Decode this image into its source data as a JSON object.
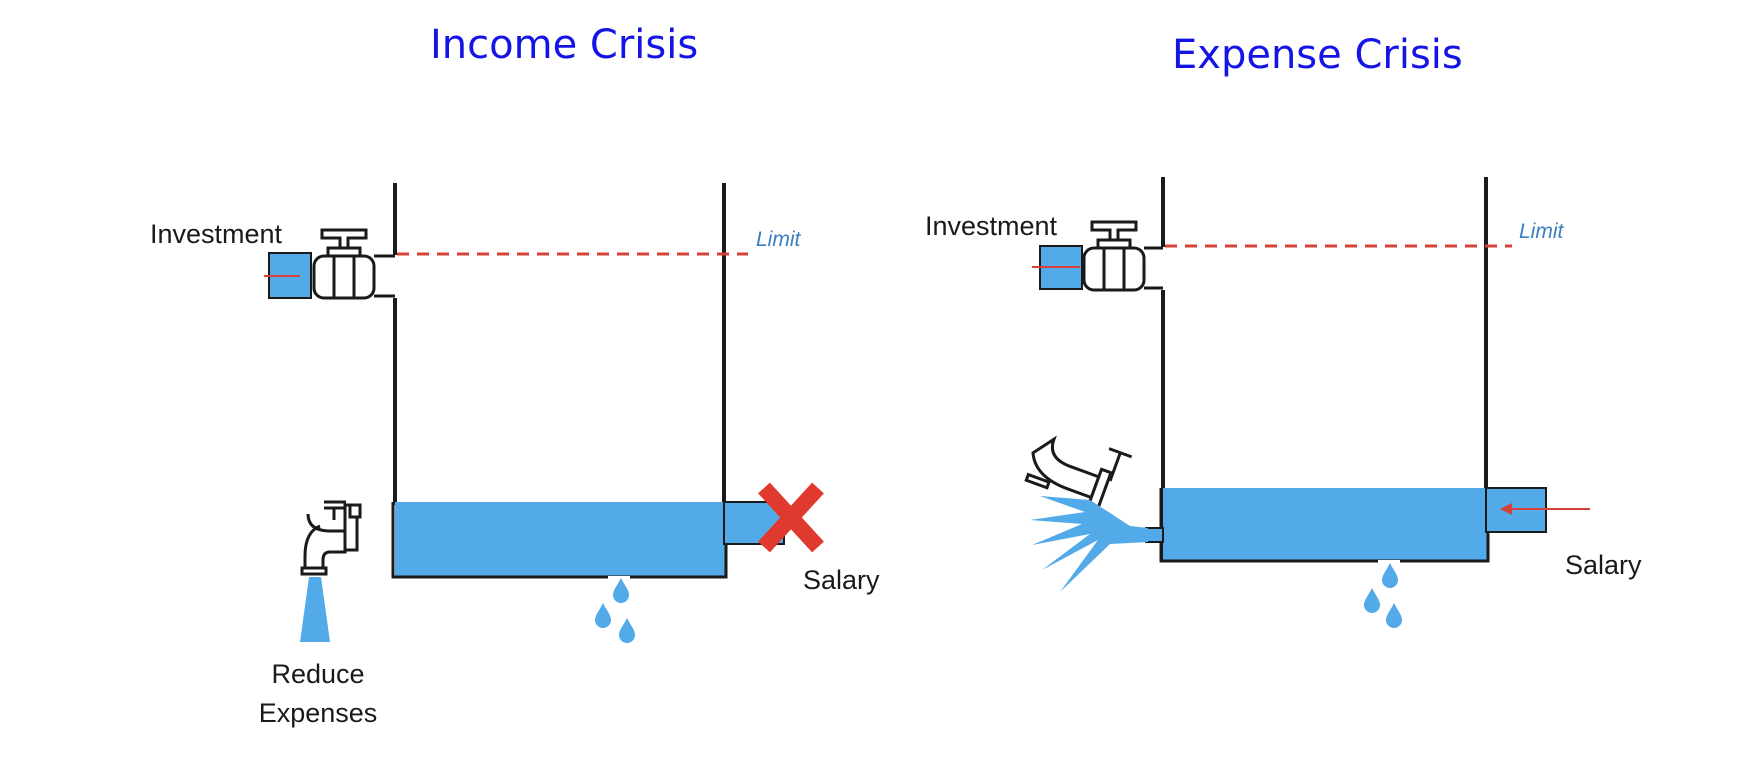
{
  "panels": {
    "income": {
      "title": "Income Crisis",
      "investment_label": "Investment",
      "limit_label": "Limit",
      "salary_label": "Salary",
      "reduce_label_line1": "Reduce",
      "reduce_label_line2": "Expenses"
    },
    "expense": {
      "title": "Expense Crisis",
      "investment_label": "Investment",
      "limit_label": "Limit",
      "salary_label": "Salary"
    }
  },
  "colors": {
    "title": "#1414e6",
    "water": "#52aae8",
    "limit_line": "#d9403a",
    "cross": "#e03a2f",
    "arrow": "#d9403a",
    "outline": "#1a1a1a"
  }
}
